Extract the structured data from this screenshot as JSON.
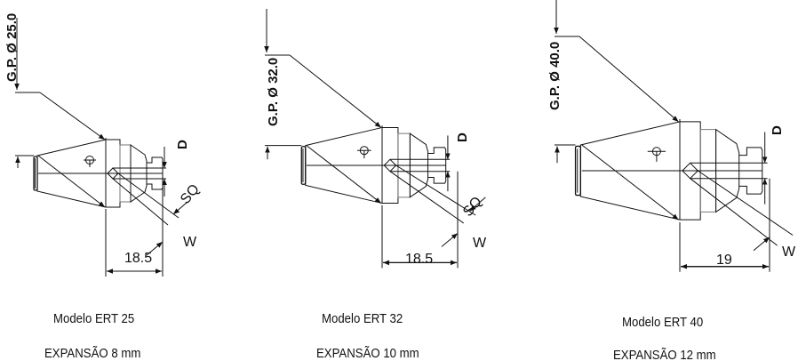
{
  "models": [
    {
      "gp_label": "G.P. Ø 25.0",
      "length": "18.5",
      "d_label": "D",
      "sq_label": "SQ",
      "w_label": "W",
      "model": "Modelo ERT 25",
      "expansion": "EXPANSÃO 8 mm"
    },
    {
      "gp_label": "G.P. Ø 32.0",
      "length": "18.5",
      "d_label": "D",
      "sq_label": "SQ",
      "w_label": "W",
      "model": "Modelo ERT 32",
      "expansion": "EXPANSÃO 10 mm"
    },
    {
      "gp_label": "G.P. Ø 40.0",
      "length": "19",
      "d_label": "D",
      "w_label": "W",
      "model": "Modelo ERT 40",
      "expansion": "EXPANSÃO 12 mm"
    }
  ]
}
